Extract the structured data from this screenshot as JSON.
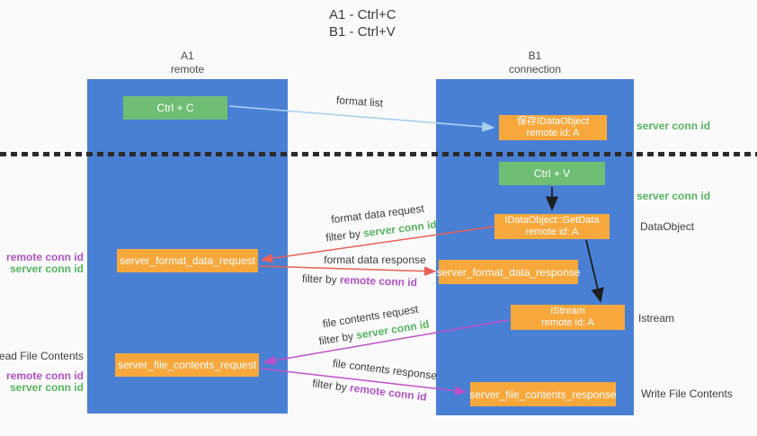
{
  "title": {
    "line1": "A1 - Ctrl+C",
    "line2": "B1 - Ctrl+V"
  },
  "lanes": {
    "left": {
      "name": "A1",
      "role": "remote"
    },
    "right": {
      "name": "B1",
      "role": "connection"
    }
  },
  "nodes": {
    "ctrl_c": {
      "label": "Ctrl + C"
    },
    "save_idataobject": {
      "line1": "保存IDataObject",
      "line2": "remote id: A"
    },
    "ctrl_v": {
      "label": "Ctrl + V"
    },
    "getdata": {
      "line1": "IDataObject::GetData",
      "line2": "remote id: A"
    },
    "format_request": {
      "label": "server_format_data_request"
    },
    "format_response": {
      "label": "server_format_data_response"
    },
    "istream": {
      "line1": "IStream",
      "line2": "remote id: A"
    },
    "file_request": {
      "label": "server_file_contents_request"
    },
    "file_response": {
      "label": "server_file_contents_response"
    }
  },
  "arrow_labels": {
    "format_list": "format list",
    "format_data_request": "format data request",
    "format_data_response": "format data response",
    "file_contents_request": "file contents request",
    "file_contents_response": "file contents response",
    "filter_by": "filter by",
    "server_conn_id": "server conn id",
    "remote_conn_id": "remote conn id"
  },
  "side_labels": {
    "right_server_conn_id_top": "server conn id",
    "right_server_conn_id_mid": "server conn id",
    "right_dataobject": "DataObject",
    "right_istream": "Istream",
    "right_write_file_contents": "Write File Contents",
    "left_remote_conn_id_1": "remote conn id",
    "left_server_conn_id_1": "server conn id",
    "left_read_file_contents": "Read File Contents",
    "left_remote_conn_id_2": "remote conn id",
    "left_server_conn_id_2": "server conn id"
  },
  "colors": {
    "lane_blue": "#4a80d4",
    "node_green": "#6fbe73",
    "node_orange": "#f7a83c",
    "text_green": "#55b45f",
    "text_purple": "#b14fc5",
    "arrow_red": "#e96056",
    "arrow_magenta": "#c050c8",
    "arrow_light_blue": "#a8d2f0",
    "arrow_black": "#1f1f1f"
  }
}
